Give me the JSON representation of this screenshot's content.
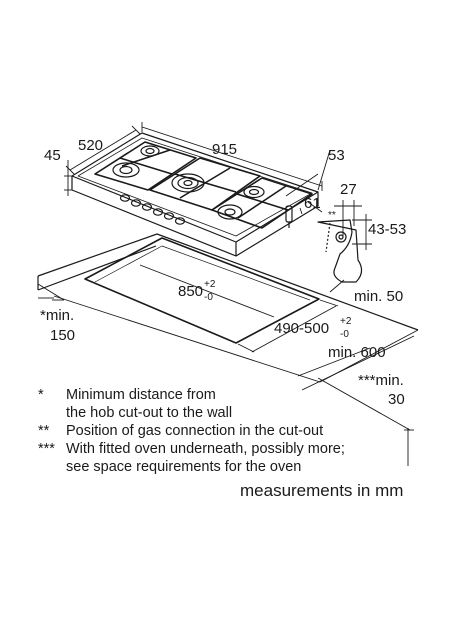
{
  "dimensions": {
    "depth": "520",
    "height": "45",
    "width": "915",
    "rear_offset": "53",
    "side_offset": "61",
    "connector_width": "27",
    "connector_marker": "**",
    "connector_height": "43-53",
    "cutout_width_base": "850",
    "cutout_width_tol_upper": "+2",
    "cutout_width_tol_lower": "-0",
    "cutout_depth_base": "490-500",
    "cutout_depth_tol_upper": "+2",
    "cutout_depth_tol_lower": "-0",
    "worktop_thickness_min": "min. 50",
    "worktop_depth_min": "min. 600",
    "wall_distance_line1": "*min.",
    "wall_distance_line2": "150",
    "rear_distance_line1": "***min.",
    "rear_distance_line2": "30"
  },
  "notes": [
    {
      "mark": "*",
      "lines": [
        "Minimum distance from",
        "the hob cut-out to the wall"
      ]
    },
    {
      "mark": "**",
      "lines": [
        "Position of gas connection in the cut-out"
      ]
    },
    {
      "mark": "***",
      "lines": [
        "With fitted oven underneath, possibly more;",
        "see space requirements for the oven"
      ]
    }
  ],
  "units_label": "measurements in mm"
}
